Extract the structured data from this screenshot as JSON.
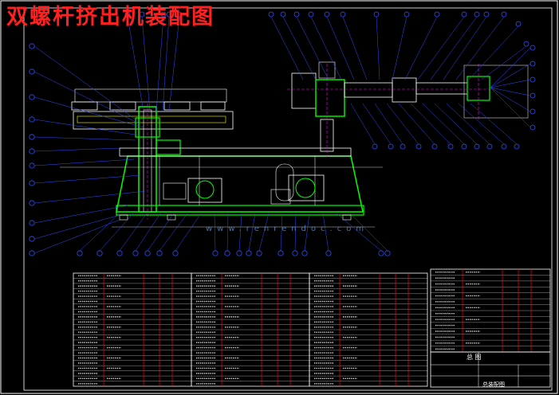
{
  "drawing": {
    "title": "双螺杆挤出机装配图",
    "title_color": "#ff2020",
    "line_colors": {
      "frame": "#00ff00",
      "outline": "#ffffff",
      "leader": "#2f4fff",
      "table_red": "#ff0000",
      "center": "#ff00ff",
      "yellow": "#ffff00",
      "cyan": "#00ffff"
    }
  },
  "title_block": {
    "name_text": "总 图",
    "code_text": "总装配图"
  },
  "watermark": {
    "text": "www.renrendoc.com"
  }
}
